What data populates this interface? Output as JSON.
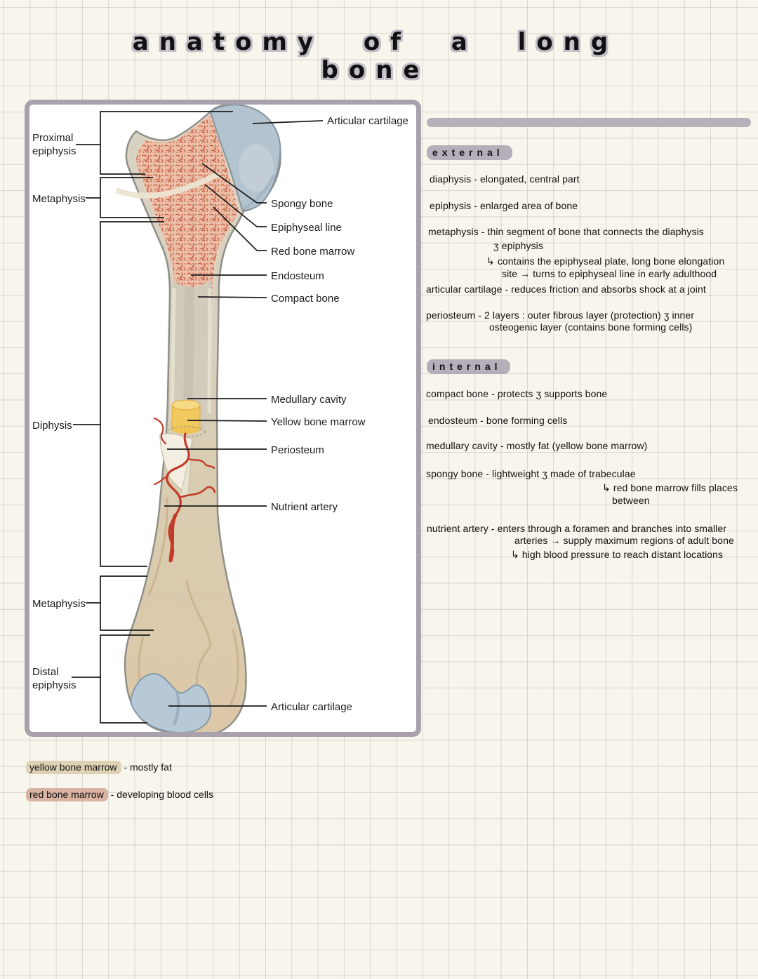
{
  "title": "anatomy of a long bone",
  "diagram": {
    "left_labels": [
      "Proximal epiphysis",
      "Metaphysis",
      "Diphysis",
      "Metaphysis",
      "Distal epiphysis"
    ],
    "right_labels": [
      "Articular cartilage",
      "Spongy bone",
      "Epiphyseal line",
      "Red bone marrow",
      "Endosteum",
      "Compact bone",
      "Medullary cavity",
      "Yellow bone marrow",
      "Periosteum",
      "Nutrient artery",
      "Articular cartilage"
    ]
  },
  "notes": {
    "external": {
      "heading": "external",
      "lines": [
        "diaphysis - elongated, central part",
        "epiphysis - enlarged area of bone",
        "metaphysis - thin segment of bone that connects the diaphysis",
        "ʒ epiphysis",
        "↳ contains the epiphyseal plate, long bone elongation",
        "site → turns to epiphyseal line in early adulthood",
        "articular cartilage - reduces friction and absorbs shock at a joint",
        "periosteum - 2 layers : outer fibrous layer (protection) ʒ inner",
        "osteogenic layer (contains bone forming cells)"
      ]
    },
    "internal": {
      "heading": "internal",
      "lines": [
        "compact bone - protects ʒ supports bone",
        "endosteum - bone forming cells",
        "medullary cavity - mostly fat (yellow bone marrow)",
        "spongy bone - lightweight ʒ made of trabeculae",
        "↳ red bone marrow fills places",
        "between",
        "nutrient artery - enters through a foramen and branches into smaller",
        "arteries → supply maximum regions of adult bone",
        "↳ high blood pressure to reach distant locations"
      ]
    },
    "footnotes": [
      {
        "term": "yellow bone marrow",
        "rest": " - mostly fat"
      },
      {
        "term": "red bone marrow",
        "rest": " - developing blood cells"
      }
    ]
  },
  "colors": {
    "page_bg": "#f8f6ec",
    "grid_line": "#8c8c8c",
    "frame_border": "#a9a2ad",
    "divider_bar": "#b6b0ba",
    "heading_highlight": "#a8a2b0",
    "yellow_highlight": "#ded2b4",
    "red_highlight": "#dbb3a3",
    "bone_cortex": "#d8d2c4",
    "bone_lower": "#dcc8a8",
    "spongy_bone": "#ecc0a8",
    "spongy_speckle": "#c65a40",
    "articular_cartilage": "#b4c3d0",
    "yellow_marrow": "#f2c95f",
    "artery_red": "#c23a28"
  }
}
